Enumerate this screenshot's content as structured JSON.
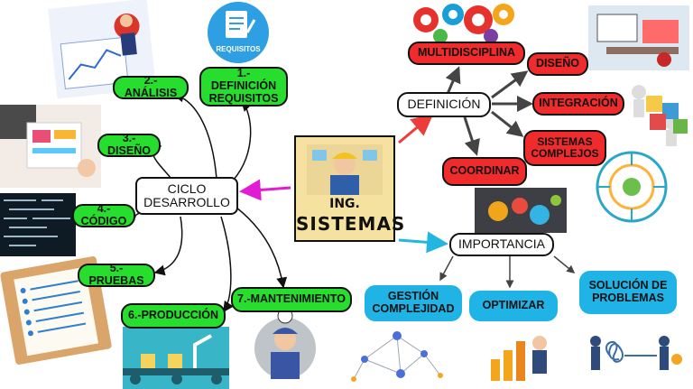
{
  "center": {
    "line1": "ING.",
    "line2": "SISTEMAS"
  },
  "ciclo": {
    "title": "CICLO DESARROLLO",
    "steps": [
      "1.-DEFINICIÓN REQUISITOS",
      "2.-ANÁLISIS",
      "3.-DISEÑO",
      "4.-CÓDIGO",
      "5.-PRUEBAS",
      "6.-PRODUCCIÓN",
      "7.-MANTENIMIENTO"
    ],
    "badge": "REQUISITOS"
  },
  "definicion": {
    "title": "DEFINICIÓN",
    "items": [
      "MULTIDISCIPLINA",
      "DISEÑO",
      "INTEGRACIÓN",
      "SISTEMAS COMPLEJOS",
      "COORDINAR"
    ]
  },
  "importancia": {
    "title": "IMPORTANCIA",
    "items": [
      "GESTIÓN COMPLEJIDAD",
      "OPTIMIZAR",
      "SOLUCIÓN DE PROBLEMAS"
    ]
  },
  "colors": {
    "green": "#27dd2e",
    "red": "#f02b2b",
    "blue": "#1fb3e6",
    "magenta_arrow": "#e21cd4",
    "red_arrow": "#ee3b3b",
    "cyan_arrow": "#22b6e0",
    "center_bg": "#f6e2a0"
  }
}
